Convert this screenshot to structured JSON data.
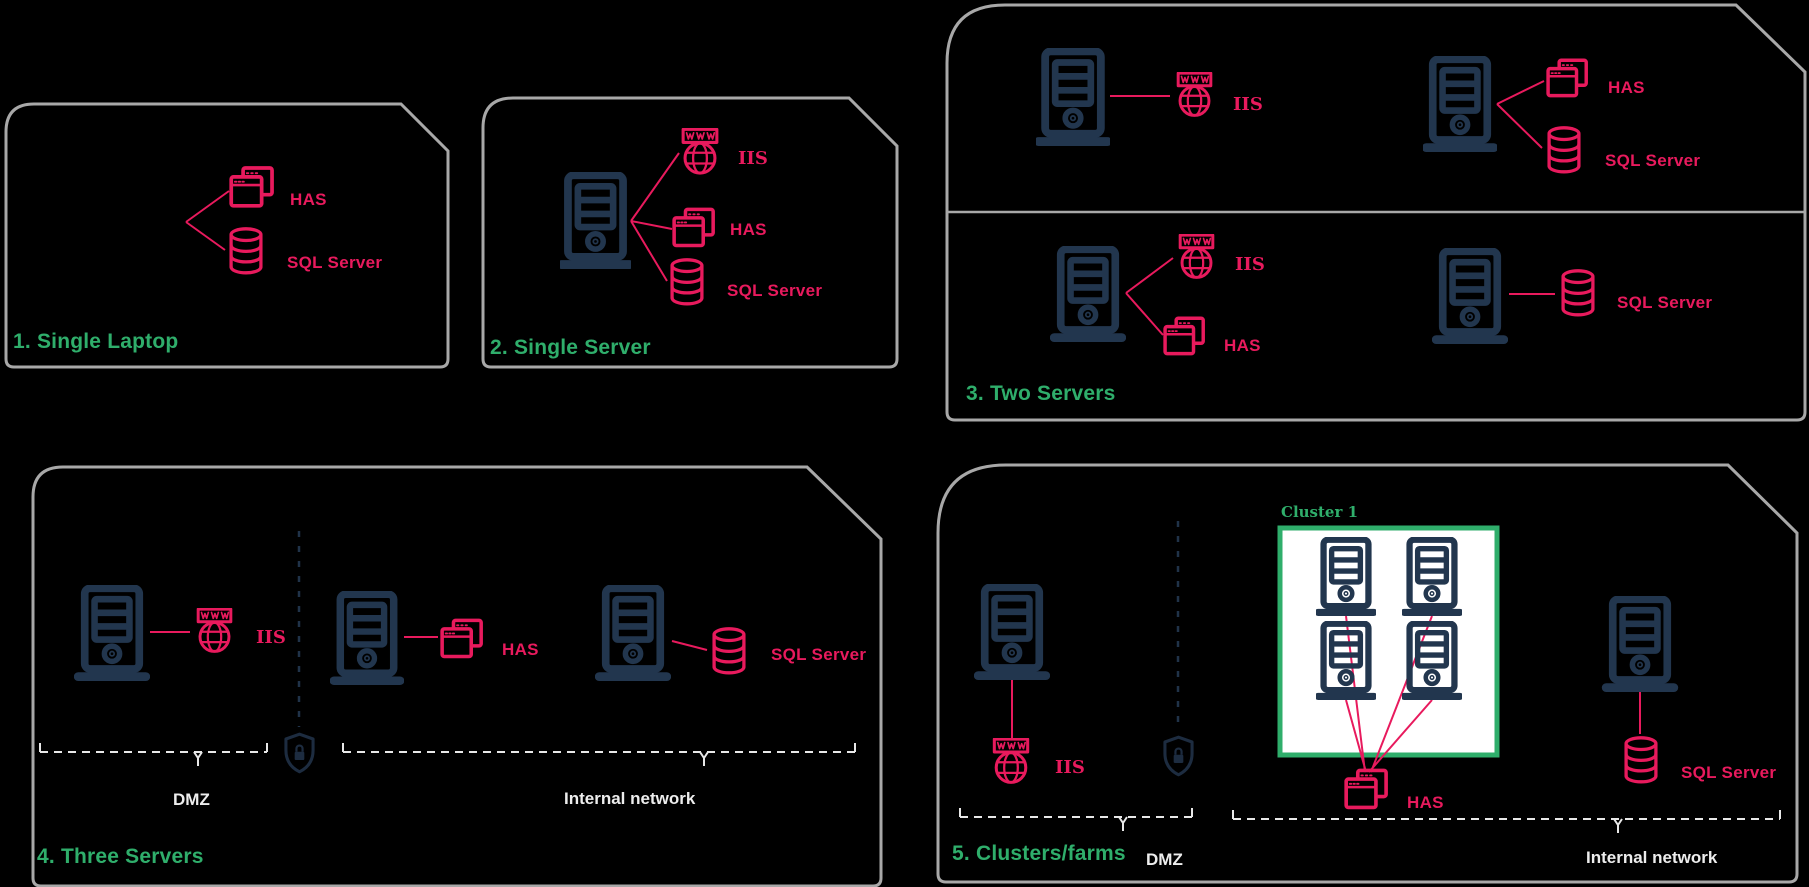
{
  "diagram": {
    "description": "HAS deployment topologies diagram",
    "panels": [
      {
        "title": "1. Single Laptop",
        "has": "HAS",
        "sql": "SQL Server"
      },
      {
        "title": "2. Single Server",
        "iis": "IIS",
        "has": "HAS",
        "sql": "SQL Server"
      },
      {
        "title": "3. Two Servers",
        "layout_a": {
          "iis": "IIS",
          "has": "HAS",
          "sql": "SQL Server"
        },
        "layout_b": {
          "iis": "IIS",
          "has": "HAS",
          "sql": "SQL Server"
        }
      },
      {
        "title": "4. Three Servers",
        "iis": "IIS",
        "has": "HAS",
        "sql": "SQL Server",
        "dmz": "DMZ",
        "internal": "Internal network"
      },
      {
        "title": "5. Clusters/farms",
        "cluster": "Cluster 1",
        "iis": "IIS",
        "has": "HAS",
        "sql": "SQL Server",
        "dmz": "DMZ",
        "internal": "Internal network"
      }
    ],
    "colors": {
      "background": "#000000",
      "panel_border": "#a8a8a8",
      "server_navy": "#22364e",
      "accent_pink": "#e81a5d",
      "accent_green": "#2fae6b",
      "zone_text": "#ededed",
      "cluster_fill": "#ffffff"
    }
  }
}
